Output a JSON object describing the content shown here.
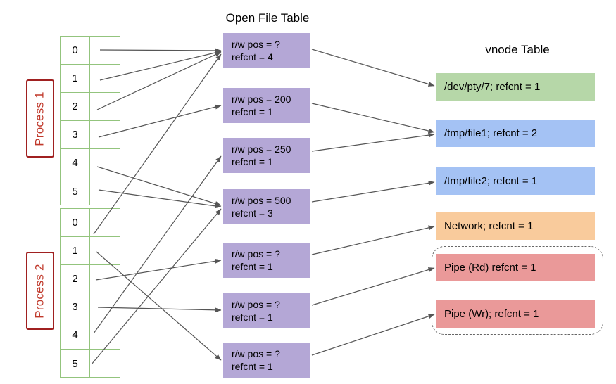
{
  "headings": {
    "open_file_table": "Open File Table",
    "vnode_table": "vnode Table"
  },
  "processes": [
    {
      "label": "Process 1",
      "fds": [
        "0",
        "1",
        "2",
        "3",
        "4",
        "5"
      ]
    },
    {
      "label": "Process 2",
      "fds": [
        "0",
        "1",
        "2",
        "3",
        "4",
        "5"
      ]
    }
  ],
  "open_file_table": [
    {
      "pos": "r/w pos = ?",
      "refcnt": "refcnt = 4"
    },
    {
      "pos": "r/w pos = 200",
      "refcnt": "refcnt = 1"
    },
    {
      "pos": "r/w pos = 250",
      "refcnt": "refcnt = 1"
    },
    {
      "pos": "r/w pos = 500",
      "refcnt": "refcnt = 3"
    },
    {
      "pos": "r/w pos = ?",
      "refcnt": "refcnt = 1"
    },
    {
      "pos": "r/w pos = ?",
      "refcnt": "refcnt = 1"
    },
    {
      "pos": "r/w pos = ?",
      "refcnt": "refcnt = 1"
    }
  ],
  "vnode_table": [
    {
      "label": "/dev/pty/7; refcnt = 1",
      "color": "#b6d7a8"
    },
    {
      "label": "/tmp/file1; refcnt = 2",
      "color": "#a4c2f4"
    },
    {
      "label": "/tmp/file2; refcnt = 1",
      "color": "#a4c2f4"
    },
    {
      "label": "Network; refcnt = 1",
      "color": "#f9cb9c"
    },
    {
      "label": "Pipe (Rd) refcnt = 1",
      "color": "#ea9999"
    },
    {
      "label": "Pipe (Wr); refcnt = 1",
      "color": "#ea9999"
    }
  ],
  "colors": {
    "open_file_entry": "#b4a7d6",
    "fd_table_border": "#93c47d",
    "process_label_border": "#a02020",
    "process_label_text": "#c0392b",
    "arrow": "#555555",
    "pipe_group_border": "#666666"
  },
  "connections": {
    "fd_to_open_file": [
      {
        "process": 1,
        "fd": "0",
        "entry": 1
      },
      {
        "process": 1,
        "fd": "1",
        "entry": 1
      },
      {
        "process": 1,
        "fd": "2",
        "entry": 1
      },
      {
        "process": 1,
        "fd": "3",
        "entry": 2
      },
      {
        "process": 1,
        "fd": "4",
        "entry": 4
      },
      {
        "process": 1,
        "fd": "5",
        "entry": 4
      },
      {
        "process": 2,
        "fd": "0",
        "entry": 1
      },
      {
        "process": 2,
        "fd": "1",
        "entry": 7
      },
      {
        "process": 2,
        "fd": "2",
        "entry": 5
      },
      {
        "process": 2,
        "fd": "3",
        "entry": 6
      },
      {
        "process": 2,
        "fd": "4",
        "entry": 3
      },
      {
        "process": 2,
        "fd": "5",
        "entry": 4
      }
    ],
    "open_file_to_vnode": [
      {
        "entry": 1,
        "vnode": 1
      },
      {
        "entry": 2,
        "vnode": 2
      },
      {
        "entry": 3,
        "vnode": 2
      },
      {
        "entry": 4,
        "vnode": 3
      },
      {
        "entry": 5,
        "vnode": 4
      },
      {
        "entry": 6,
        "vnode": 5
      },
      {
        "entry": 7,
        "vnode": 6
      }
    ]
  }
}
